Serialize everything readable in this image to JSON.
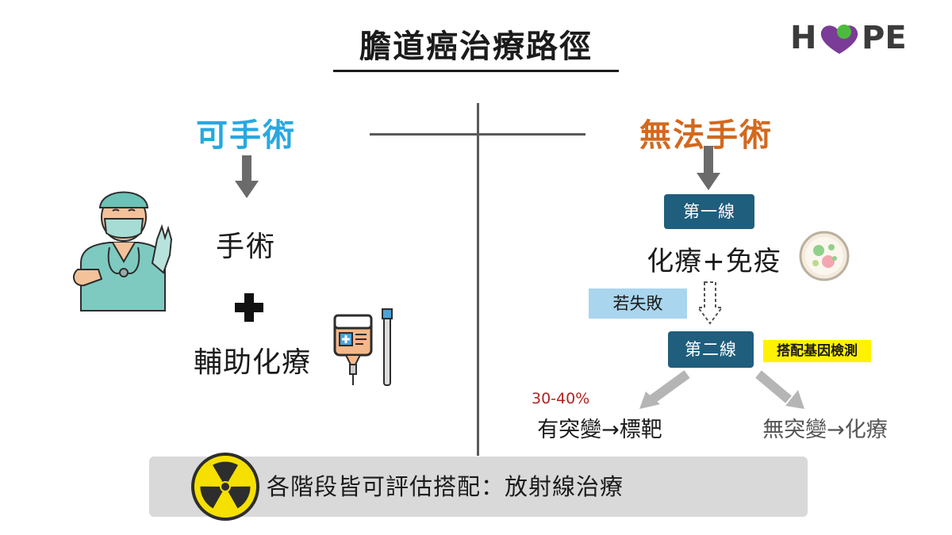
{
  "title": "膽道癌治療路徑",
  "logo": {
    "text_left": "H",
    "text_right": "PE"
  },
  "left": {
    "heading": "可手術",
    "step1": "手術",
    "step2": "輔助化療",
    "heading_color": "#28a8e0"
  },
  "right": {
    "heading": "無法手術",
    "heading_color": "#d2691e",
    "first_line_label": "第一線",
    "first_line_treatment": "化療+免疫",
    "if_fail_label": "若失敗",
    "second_line_label": "第二線",
    "gene_test_label": "搭配基因檢測",
    "mutation_percent": "30-40%",
    "with_mutation": "有突變→標靶",
    "without_mutation": "無突變→化療"
  },
  "bottom": {
    "text": "各階段皆可評估搭配：放射線治療"
  },
  "colors": {
    "box": "#1f5e7c",
    "fail_box": "#a9d5ee",
    "gene_box": "#fff200",
    "arrow": "#6b6b6b",
    "branch_arrow": "#b5b5b5",
    "logo_heart": "#7a3c96",
    "logo_dot": "#4cbb3c"
  },
  "icons": [
    "surgeon-icon",
    "iv-bag-icon",
    "virus-icon",
    "radiation-icon"
  ]
}
